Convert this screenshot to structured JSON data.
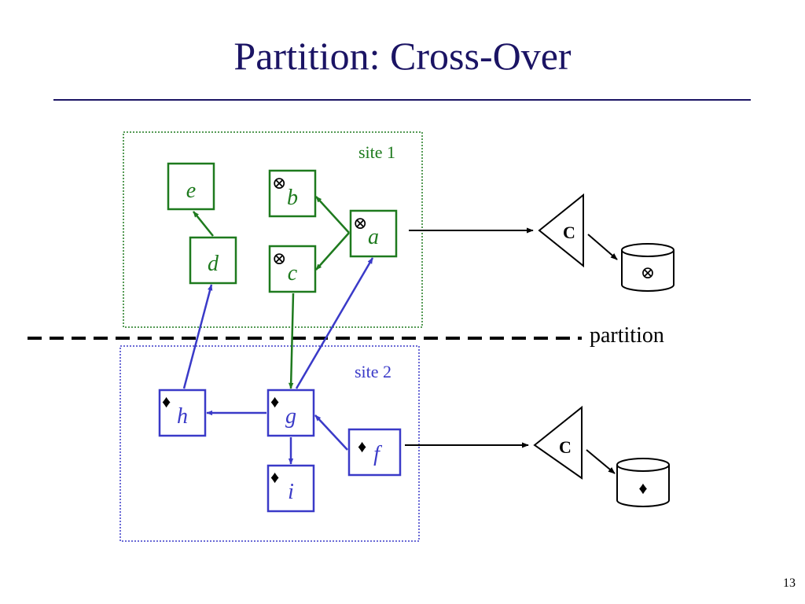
{
  "title": "Partition: Cross-Over",
  "page_number": "13",
  "colors": {
    "title": "#1b1464",
    "site1": "#1e7a1e",
    "site2": "#3a3ac8",
    "black": "#000000"
  },
  "sites": {
    "site1_label": "site 1",
    "site2_label": "site 2"
  },
  "partition_label": "partition",
  "nodes": {
    "a": {
      "label": "a",
      "marker": "⊗"
    },
    "b": {
      "label": "b",
      "marker": "⊗"
    },
    "c": {
      "label": "c",
      "marker": "⊗"
    },
    "d": {
      "label": "d",
      "marker": ""
    },
    "e": {
      "label": "e",
      "marker": ""
    },
    "f": {
      "label": "f",
      "marker": "♦"
    },
    "g": {
      "label": "g",
      "marker": "♦"
    },
    "h": {
      "label": "h",
      "marker": "♦"
    },
    "i": {
      "label": "i",
      "marker": "♦"
    }
  },
  "edges": [
    {
      "from": "a",
      "to": "b",
      "color": "site1"
    },
    {
      "from": "a",
      "to": "c",
      "color": "site1"
    },
    {
      "from": "d",
      "to": "e",
      "color": "site1"
    },
    {
      "from": "c",
      "to": "g",
      "color": "site1"
    },
    {
      "from": "g",
      "to": "a",
      "color": "site2"
    },
    {
      "from": "h",
      "to": "d",
      "color": "site2"
    },
    {
      "from": "g",
      "to": "h",
      "color": "site2"
    },
    {
      "from": "g",
      "to": "i",
      "color": "site2"
    },
    {
      "from": "f",
      "to": "g",
      "color": "site2"
    }
  ],
  "checkpoints": {
    "top": {
      "label": "C",
      "store_symbol": "⊗"
    },
    "bottom": {
      "label": "C",
      "store_symbol": "♦"
    }
  }
}
